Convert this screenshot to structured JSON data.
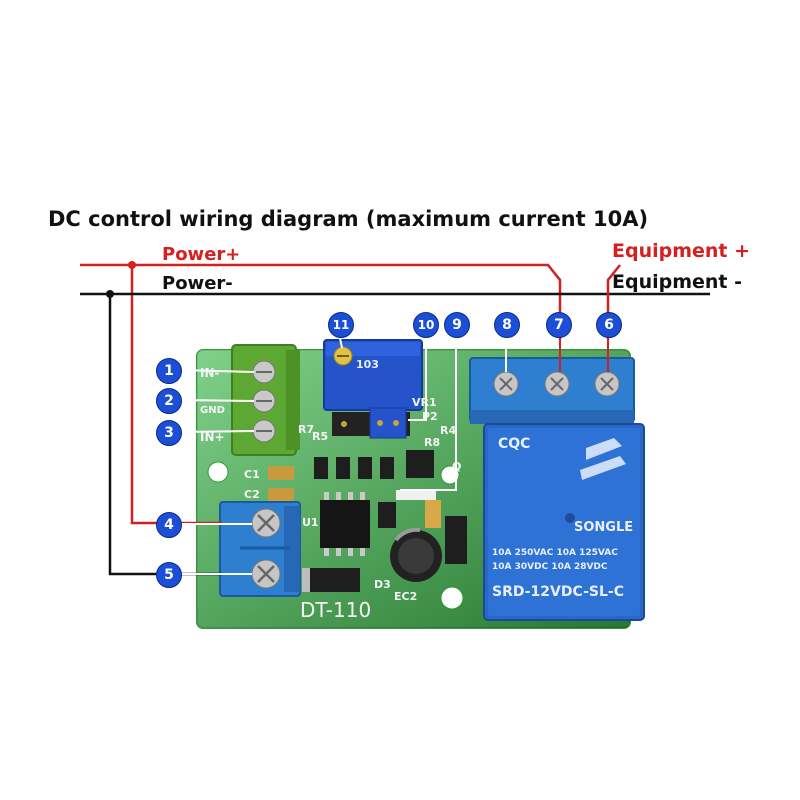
{
  "title": "DC control wiring diagram (maximum current 10A)",
  "wires": {
    "power_plus": "Power+",
    "power_minus": "Power-",
    "equipment_plus": "Equipment +",
    "equipment_minus": "Equipment -"
  },
  "terminals": [
    "1",
    "2",
    "3",
    "4",
    "5",
    "6",
    "7",
    "8",
    "9",
    "10",
    "11"
  ],
  "silkscreen": {
    "in_minus": "IN-",
    "gnd": "GND",
    "in_plus": "IN+",
    "board_name": "DT-110",
    "vr1": "VR1",
    "p2": "P2",
    "r5": "R5",
    "r7": "R7",
    "r4": "R4",
    "r8": "R8",
    "c1": "C1",
    "c2": "C2",
    "u1": "U1",
    "d3": "D3",
    "ec2": "EC2",
    "q": "Q"
  },
  "relay": {
    "brand": "SONGLE",
    "model": "SRD-12VDC-SL-C",
    "rating1": "10A 250VAC  10A 125VAC",
    "rating2": "10A 30VDC   10A 28VDC",
    "cqc": "CQC"
  },
  "potentiometer": {
    "code": "103"
  },
  "colors": {
    "red_wire": "#d42020",
    "black_wire": "#111111",
    "pcb": "#3cb84a",
    "terminal": "#2f7fd0",
    "badge": "#1c4fd6"
  }
}
